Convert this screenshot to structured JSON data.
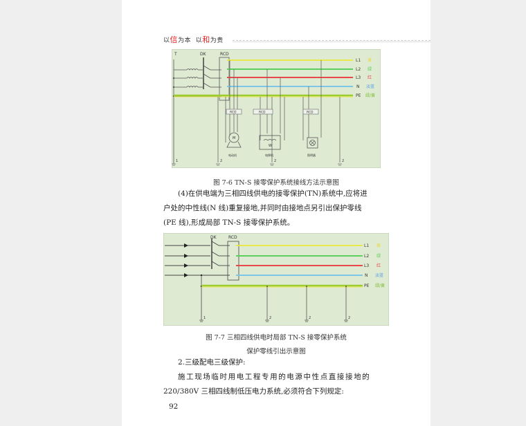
{
  "header": {
    "part1_pre": "以",
    "part1_red": "信",
    "part1_post": "为本",
    "part2_pre": "以",
    "part2_red": "和",
    "part2_post": "为贵"
  },
  "figure1": {
    "labels": {
      "T": "T",
      "DK": "DK",
      "RCD": "RCD"
    },
    "lines": [
      {
        "name": "L1",
        "color_name": "黄",
        "color": "#e8e84a"
      },
      {
        "name": "L2",
        "color_name": "绿",
        "color": "#5ccf5c"
      },
      {
        "name": "L3",
        "color_name": "红",
        "color": "#e84848"
      },
      {
        "name": "N",
        "color_name": "淡蓝",
        "color": "#7cc6e8"
      },
      {
        "name": "PE",
        "color_name": "绿/黄",
        "color": "#9ccc30"
      }
    ],
    "loads": [
      "电动机",
      "电焊机",
      "照明器"
    ],
    "load_symbols": [
      "M",
      "W",
      "⊗"
    ],
    "ground_numbers": [
      "1",
      "2",
      "2",
      "2"
    ],
    "background": "#dfead3",
    "caption": "图 7-6   TN-S 接零保护系统接线方法示意图"
  },
  "paragraph1": {
    "line1": "(4)在供电端为三相四线供电的接零保护(TN)系统中,应将进",
    "line2": "户处的中性线(N 线)重复接地,并同时由接地点另引出保护零线",
    "line3": "(PE 线),形成局部 TN-S 接零保护系统。"
  },
  "figure2": {
    "labels": {
      "DK": "DK",
      "RCD": "RCD"
    },
    "lines": [
      {
        "name": "L1",
        "color_name": "黄"
      },
      {
        "name": "L2",
        "color_name": "绿"
      },
      {
        "name": "L3",
        "color_name": "红"
      },
      {
        "name": "N",
        "color_name": "淡蓝"
      },
      {
        "name": "PE",
        "color_name": "绿/黄"
      }
    ],
    "ground_numbers": [
      "1",
      "2",
      "2",
      "2"
    ],
    "caption_line1": "图 7-7   三相四线供电时局部 TN-S 接零保护系统",
    "caption_line2": "保护零线引出示意图"
  },
  "paragraph2": {
    "heading": "2.三级配电三级保护:",
    "line1": "施工现场临时用电工程专用的电源中性点直接接地的",
    "line2": "220/380V 三相四线制低压电力系统,必须符合下列规定:"
  },
  "page_number": "92"
}
